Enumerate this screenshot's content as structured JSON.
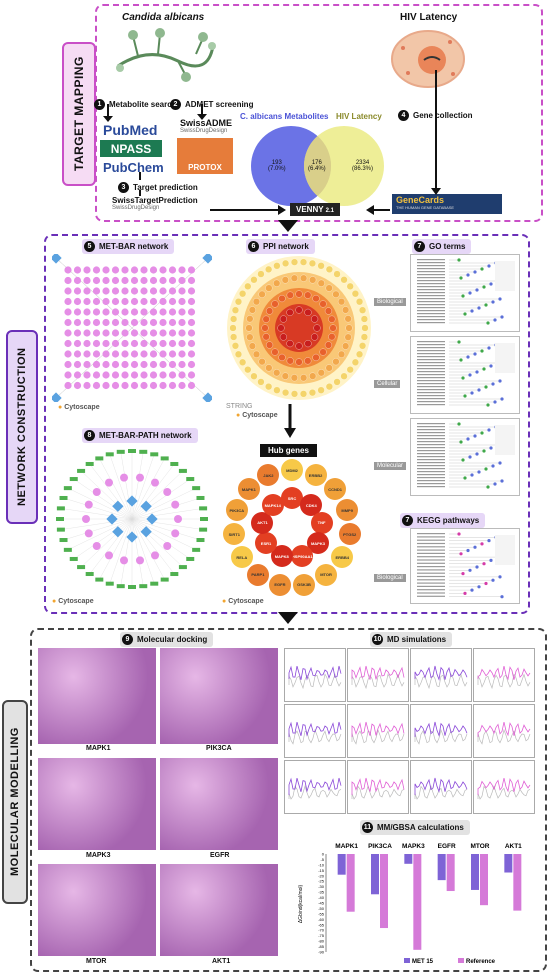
{
  "sections": {
    "target_mapping": {
      "label": "TARGET MAPPING",
      "color": "#c94fc7",
      "bg": "#f6dcf4"
    },
    "network_construction": {
      "label": "NETWORK CONSTRUCTION",
      "color": "#6a2fb8",
      "bg": "#e6d7f7"
    },
    "molecular_modelling": {
      "label": "MOLECULAR MODELLING",
      "color": "#444",
      "bg": "#e2e2e2"
    }
  },
  "target": {
    "candida": "Candida albicans",
    "hiv": "HIV Latency",
    "steps": [
      {
        "n": "1",
        "label": "Metabolite search"
      },
      {
        "n": "2",
        "label": "ADMET screening"
      },
      {
        "n": "3",
        "label": "Target prediction"
      },
      {
        "n": "4",
        "label": "Gene collection"
      }
    ],
    "tools": {
      "pubmed": "PubMed",
      "npass": "NPASS",
      "pubchem": "PubChem",
      "swissadme": "SwissADME",
      "swissdrugdesign": "SwissDrugDesign",
      "protox": "PROTOX",
      "swisstarget": "SwissTargetPrediction",
      "genecards": "GeneCards",
      "genecards_sub": "THE HUMAN GENE DATABASE",
      "venny": "VENNY",
      "venny_ver": "2.1"
    },
    "venn": {
      "left_title": "C. albicans Metabolites",
      "right_title": "HIV Latency",
      "left_count": "193",
      "left_pct": "(7.0%)",
      "mid_count": "176",
      "mid_pct": "(6.4%)",
      "right_count": "2334",
      "right_pct": "(86.3%)",
      "left_color": "#6b73e6",
      "right_color": "#ecec8c",
      "mid_color": "#d9cf8a"
    }
  },
  "network": {
    "steps": [
      {
        "n": "5",
        "label": "MET-BAR network"
      },
      {
        "n": "6",
        "label": "PPI network"
      },
      {
        "n": "7",
        "label": "GO terms"
      },
      {
        "n": "8",
        "label": "MET-BAR-PATH network"
      },
      {
        "n": "7",
        "label": "KEGG pathways"
      }
    ],
    "cytoscape": "Cytoscape",
    "string": "STRING",
    "hub_title": "Hub genes",
    "hub_outer": [
      "MDM2",
      "ERBB2",
      "CCND1",
      "MMP9",
      "PTGS2",
      "ERBB4",
      "MTOR",
      "GSK3B",
      "EGFR",
      "PARP1",
      "RELA",
      "SIRT1",
      "PIK3CA",
      "MAPK1",
      "JAK2"
    ],
    "hub_inner": [
      "SRC",
      "CDK4",
      "TNF",
      "MAPK3",
      "HSP90AA1",
      "MAPK8",
      "ESR1",
      "AKT1",
      "MAPK14"
    ],
    "go_tags": [
      "Biological",
      "Cellular",
      "Molecular"
    ],
    "kegg_tag": "Biological"
  },
  "modelling": {
    "steps": [
      {
        "n": "9",
        "label": "Molecular docking"
      },
      {
        "n": "10",
        "label": "MD simulations"
      },
      {
        "n": "11",
        "label": "MM/GBSA calculations"
      }
    ],
    "proteins": [
      "MAPK1",
      "PIK3CA",
      "MAPK3",
      "EGFR",
      "MTOR",
      "AKT1"
    ],
    "mmgbsa_ylabel": "ΔGbind(kcal/mol)",
    "legend": [
      {
        "name": "MET 15",
        "color": "#7e63d6"
      },
      {
        "name": "Reference",
        "color": "#d57ad8"
      }
    ]
  },
  "chart_data": {
    "type": "bar",
    "title": "MM/GBSA calculations",
    "categories": [
      "MAPK1",
      "PIK3CA",
      "MAPK3",
      "EGFR",
      "MTOR",
      "AKT1"
    ],
    "series": [
      {
        "name": "MET 15",
        "values": [
          -19,
          -37,
          -9,
          -24,
          -33,
          -17
        ]
      },
      {
        "name": "Reference",
        "values": [
          -53,
          -68,
          -88,
          -34,
          -47,
          -52
        ]
      }
    ],
    "ylabel": "ΔGbind(kcal/mol)",
    "ylim": [
      -90,
      0
    ],
    "yticks": [
      "0",
      "-5",
      "-10",
      "-15",
      "-20",
      "-25",
      "-30",
      "-35",
      "-40",
      "-45",
      "-50",
      "-55",
      "-60",
      "-65",
      "-70",
      "-75",
      "-80",
      "-85",
      "-90"
    ]
  }
}
